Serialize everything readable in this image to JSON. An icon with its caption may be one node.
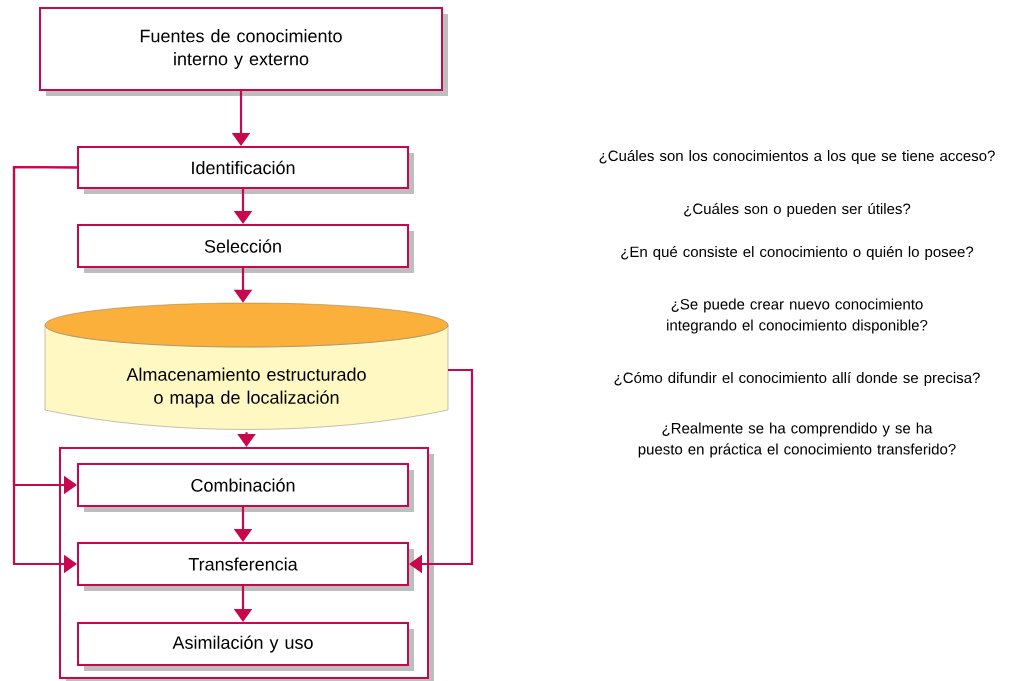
{
  "diagram": {
    "nodes": [
      {
        "text": [
          "Fuentes de conocimiento interno y externo"
        ]
      },
      {
        "text": [
          "Identificación"
        ]
      },
      {
        "text": [
          "Selección"
        ]
      },
      {
        "text": [
          "Almacenamiento estructurado o mapa de localización"
        ]
      },
      {
        "text": [],
        "shape": "box"
      },
      {
        "text": [
          "Combinación"
        ],
        "in": 4
      },
      {
        "text": [
          "Transferencia"
        ],
        "in": 4
      },
      {
        "text": [
          "Asimilación y uso"
        ],
        "in": 4
      }
    ],
    "edges": [
      {
        "from": 0,
        "to": 1,
        "arrow": "to"
      },
      {
        "from": 1,
        "to": 2,
        "arrow": "to"
      },
      {
        "from": 2,
        "to": 3,
        "arrow": "to"
      },
      {
        "from": 3,
        "to": 4,
        "arrow": "to"
      },
      {
        "from": 1,
        "to": 5,
        "arrow": "to"
      },
      {
        "from": 1,
        "to": 6,
        "arrow": "to"
      },
      {
        "from": 3,
        "to": 6,
        "arrow": "to"
      },
      {
        "from": 5,
        "to": 6,
        "arrow": "to"
      },
      {
        "from": 6,
        "to": 7,
        "arrow": "to"
      }
    ],
    "labels": [
      "¿Cuáles son los conocimientos a los que se tiene acceso?",
      "¿Cuáles son o pueden ser útiles?",
      "¿En qué consiste el conocimiento o quién lo posee?",
      "¿Se puede crear nuevo conocimiento integrando el conocimiento disponible?",
      "¿Cómo difundir el conocimiento allí donde se precisa?",
      "¿Realmente se ha comprendido y se ha puesto en práctica el conocimiento transferido?"
    ]
  }
}
